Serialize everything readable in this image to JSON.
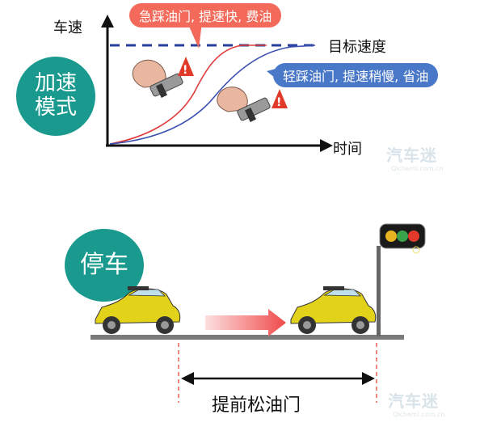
{
  "acceleration_mode": {
    "circle_label_line1": "加速",
    "circle_label_line2": "模式",
    "y_axis_label": "车速",
    "x_axis_label": "时间",
    "target_speed_label": "目标速度",
    "hard_press_label": "急踩油门, 提速快, 费油",
    "light_press_label": "轻踩油门, 提速稍慢, 省油",
    "colors": {
      "hard_curve": "#e03a3a",
      "light_curve": "#3a4fb0",
      "target_line": "#2a3f9a"
    }
  },
  "parking": {
    "circle_label": "停车",
    "release_label": "提前松油门",
    "traffic_light_colors": [
      "#e6b420",
      "#3aa24a",
      "#e23a2a"
    ]
  },
  "watermark": {
    "text": "汽车迷",
    "sub": "Qichemi.com.cn"
  }
}
